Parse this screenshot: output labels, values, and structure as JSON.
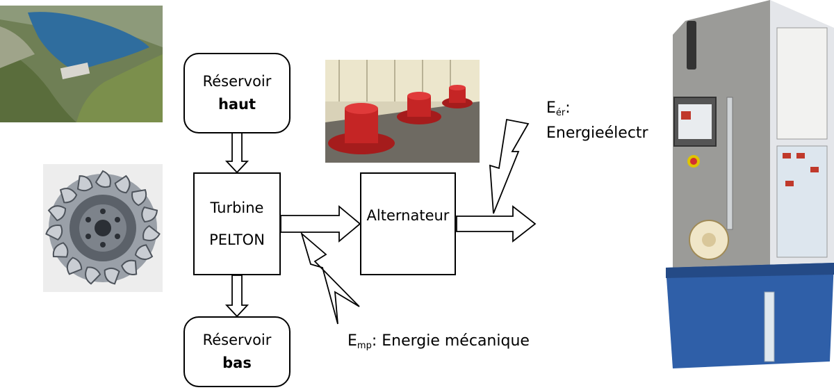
{
  "diagram": {
    "nodes": {
      "reservoir_top": {
        "line1": "Réservoir",
        "line2": "haut"
      },
      "turbine": {
        "line1": "Turbine",
        "line2": "PELTON"
      },
      "reservoir_bottom": {
        "line1": "Réservoir",
        "line2": "bas"
      },
      "alternator": {
        "label": "Alternateur"
      }
    },
    "energy_labels": {
      "electrical": {
        "symbol": "E",
        "subscript": "ér",
        "text": ":",
        "text2": "Energieélectr"
      },
      "mechanical": {
        "symbol": "E",
        "subscript": "mp",
        "text": ": Energie mécanique"
      }
    },
    "edges": [
      {
        "from": "reservoir_top",
        "to": "turbine"
      },
      {
        "from": "turbine",
        "to": "reservoir_bottom"
      },
      {
        "from": "turbine",
        "to": "alternator"
      },
      {
        "from": "alternator",
        "to": "output"
      }
    ]
  },
  "images": [
    "dam-reservoir-photo",
    "pelton-wheel-photo",
    "power-station-turbines-photo",
    "pelton-test-bench-photo"
  ]
}
